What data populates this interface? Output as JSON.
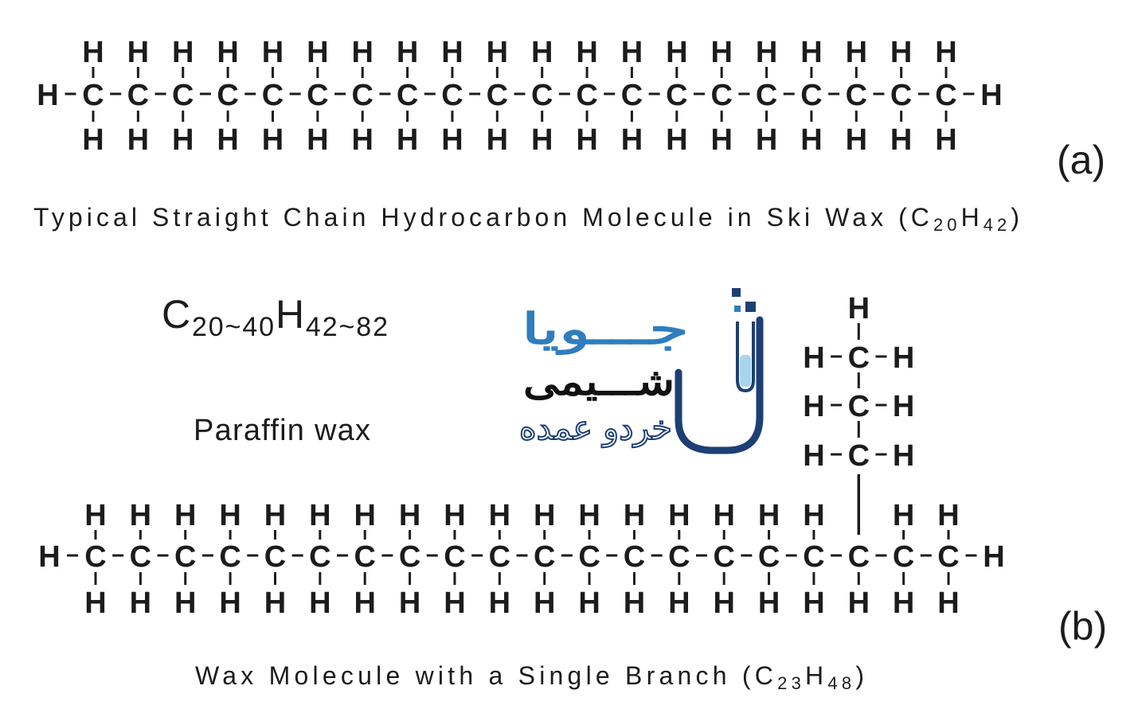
{
  "elements": {
    "hydrogen": "H",
    "carbon": "C"
  },
  "molecule_a": {
    "main_chain_carbons": 20,
    "label": "(a)",
    "caption": [
      "Typical Straight Chain Hydrocarbon Molecule in Ski Wax (C",
      "20",
      "H",
      "42",
      ")"
    ]
  },
  "molecule_b": {
    "main_chain_carbons": 20,
    "branch_on_carbon": 18,
    "branch_carbons": 3,
    "label": "(b)",
    "caption": [
      "Wax Molecule with a Single Branch (C",
      "23",
      "H",
      "48",
      ")"
    ]
  },
  "formula": [
    "C",
    "20~40",
    "H",
    "42~82"
  ],
  "paraffin_label": "Paraffin wax",
  "logo": {
    "line1": "جـــویا",
    "line2": "شـــیمی",
    "line3": "خردو عمده",
    "colors": {
      "accent": "#2f7dbf",
      "navy": "#1d3f73",
      "tube": "#a8d4ec",
      "text": "#111111"
    }
  }
}
